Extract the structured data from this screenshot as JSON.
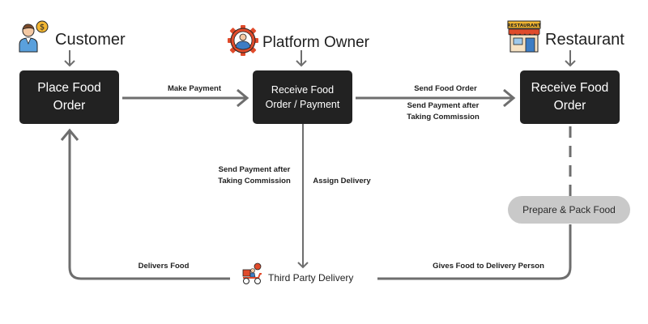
{
  "actors": {
    "customer": "Customer",
    "platform_owner": "Platform Owner",
    "restaurant": "Restaurant",
    "restaurant_sign": "RESTAURANT"
  },
  "boxes": {
    "place_food_order": "Place Food\nOrder",
    "receive_order_payment": "Receive Food\nOrder / Payment",
    "receive_food_order": "Receive Food\nOrder"
  },
  "steps": {
    "prepare_pack": "Prepare & Pack Food",
    "third_party_delivery": "Third Party Delivery"
  },
  "edges": {
    "make_payment": "Make Payment",
    "send_food_order": "Send Food Order",
    "send_payment_restaurant": "Send Payment after\nTaking Commission",
    "send_payment_delivery": "Send Payment after\nTaking Commission",
    "assign_delivery": "Assign Delivery",
    "delivers_food": "Delivers Food",
    "gives_food": "Gives Food to Delivery Person"
  },
  "icons": {
    "customer": "customer-dollar-icon",
    "platform_owner": "gear-person-icon",
    "restaurant": "storefront-icon",
    "delivery": "delivery-scooter-icon"
  },
  "colors": {
    "box": "#222222",
    "connector": "#6e6e6e",
    "pill": "#c9c9c9",
    "icon_red": "#e04b2b",
    "icon_blue": "#3d7dc4"
  }
}
